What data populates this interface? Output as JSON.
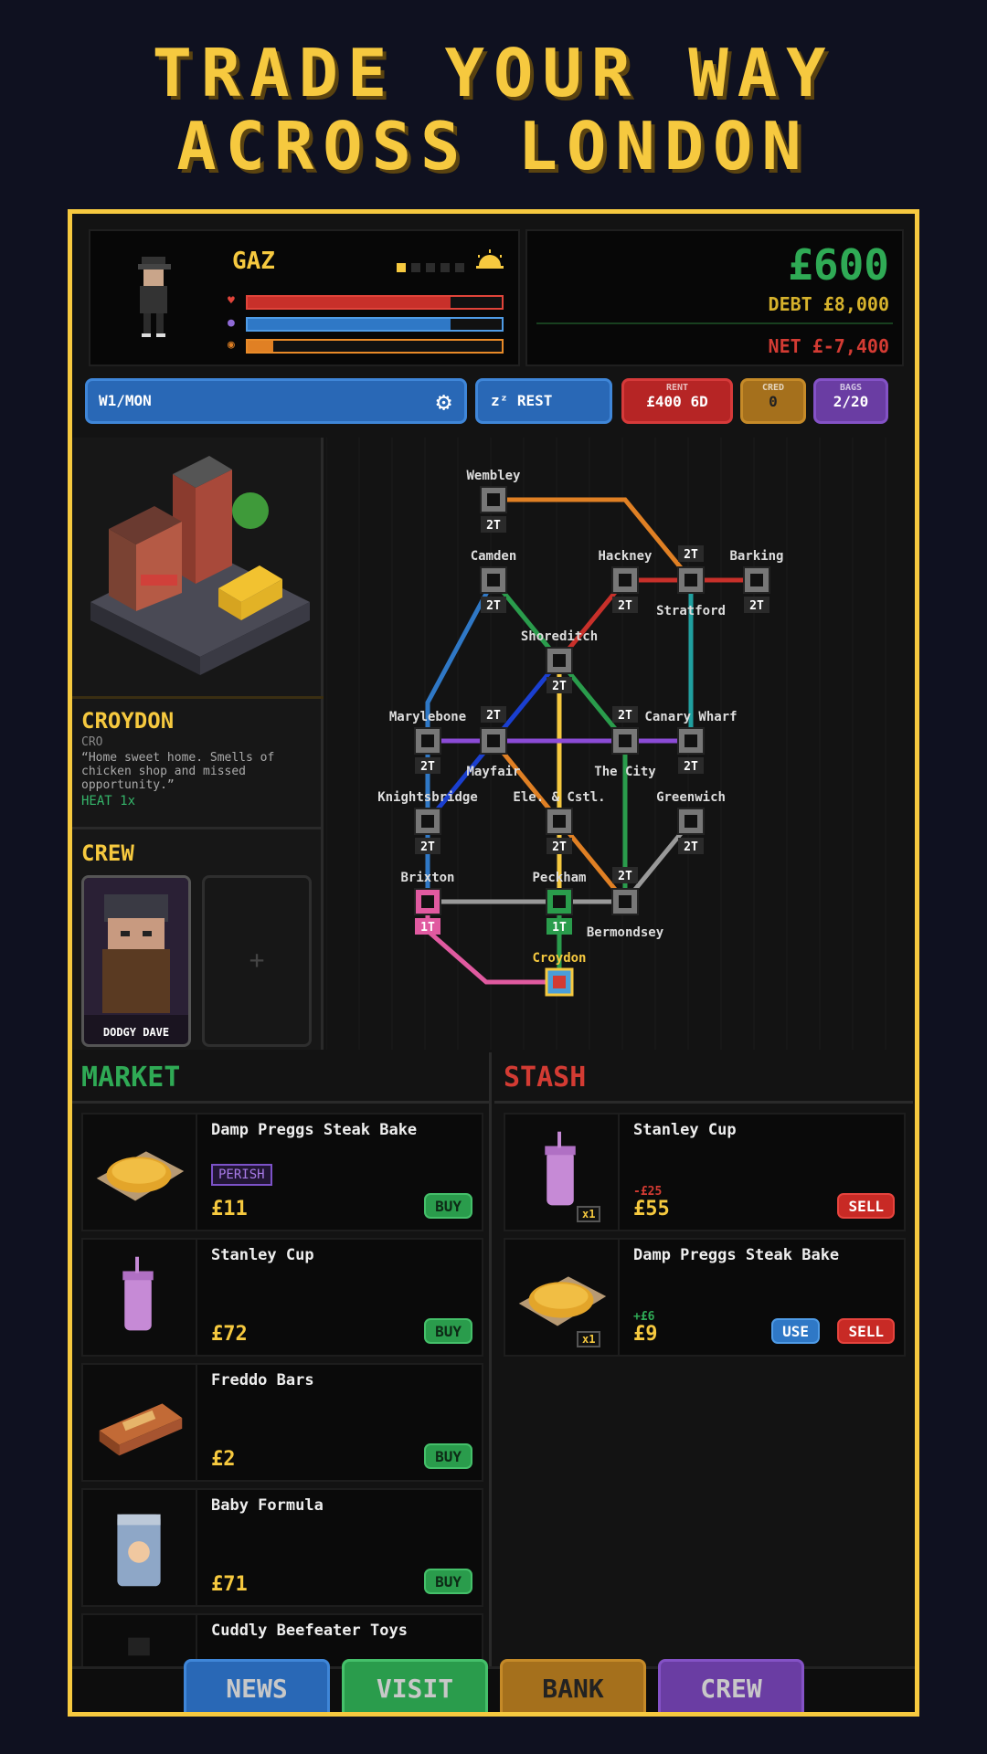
{
  "headline": {
    "line1": "TRADE YOUR WAY",
    "line2": "ACROSS LONDON"
  },
  "player": {
    "name": "GAZ",
    "health": 0.8,
    "mind": 0.8,
    "xp": 0.1,
    "day_dots_total": 5,
    "day_dots_filled": 1
  },
  "money": {
    "cash": "£600",
    "debt": "DEBT £8,000",
    "net": "NET £-7,400"
  },
  "controls": {
    "date": "W1/MON",
    "rest": "REST",
    "rent_label": "RENT",
    "rent_value": "£400 6D",
    "cred_label": "CRED",
    "cred_value": "0",
    "bags_label": "BAGS",
    "bags_value": "2/20"
  },
  "location": {
    "name": "CROYDON",
    "code": "CRO",
    "description": "“Home sweet home. Smells of chicken shop and missed opportunity.”",
    "heat": "HEAT 1x"
  },
  "crew": {
    "title": "CREW",
    "members": [
      "DODGY DAVE"
    ],
    "add_slot": "+"
  },
  "map": {
    "stations": [
      {
        "name": "Wembley",
        "cost": "2T"
      },
      {
        "name": "Camden",
        "cost": "2T"
      },
      {
        "name": "Hackney",
        "cost": "2T"
      },
      {
        "name": "Barking",
        "cost": "2T"
      },
      {
        "name": "Stratford",
        "cost": "2T"
      },
      {
        "name": "Shoreditch",
        "cost": "2T"
      },
      {
        "name": "Marylebone",
        "cost": "2T"
      },
      {
        "name": "Mayfair",
        "cost": "2T"
      },
      {
        "name": "The City",
        "cost": "2T"
      },
      {
        "name": "Canary Wharf",
        "cost": "2T"
      },
      {
        "name": "Knightsbridge",
        "cost": "2T"
      },
      {
        "name": "Ele. & Cstl.",
        "cost": "2T"
      },
      {
        "name": "Greenwich",
        "cost": "2T"
      },
      {
        "name": "Brixton",
        "cost": "1T"
      },
      {
        "name": "Peckham",
        "cost": "1T"
      },
      {
        "name": "Bermondsey",
        "cost": "2T"
      },
      {
        "name": "Croydon",
        "cost": ""
      }
    ]
  },
  "market": {
    "title": "MARKET",
    "items": [
      {
        "name": "Damp Preggs Steak Bake",
        "tag": "PERISH",
        "price": "£11",
        "action": "BUY"
      },
      {
        "name": "Stanley Cup",
        "price": "£72",
        "action": "BUY"
      },
      {
        "name": "Freddo Bars",
        "price": "£2",
        "action": "BUY"
      },
      {
        "name": "Baby Formula",
        "price": "£71",
        "action": "BUY"
      },
      {
        "name": "Cuddly Beefeater Toys"
      }
    ]
  },
  "stash": {
    "title": "STASH",
    "items": [
      {
        "name": "Stanley Cup",
        "qty": "x1",
        "delta": "-£25",
        "price": "£55",
        "sell": "SELL"
      },
      {
        "name": "Damp Preggs Steak Bake",
        "qty": "x1",
        "delta": "+£6",
        "price": "£9",
        "use": "USE",
        "sell": "SELL"
      }
    ]
  },
  "nav": {
    "news": "NEWS",
    "visit": "VISIT",
    "bank": "BANK",
    "crew": "CREW"
  },
  "colors": {
    "accent": "#f6c93f",
    "market": "#2faa55",
    "stash": "#d33b33"
  }
}
